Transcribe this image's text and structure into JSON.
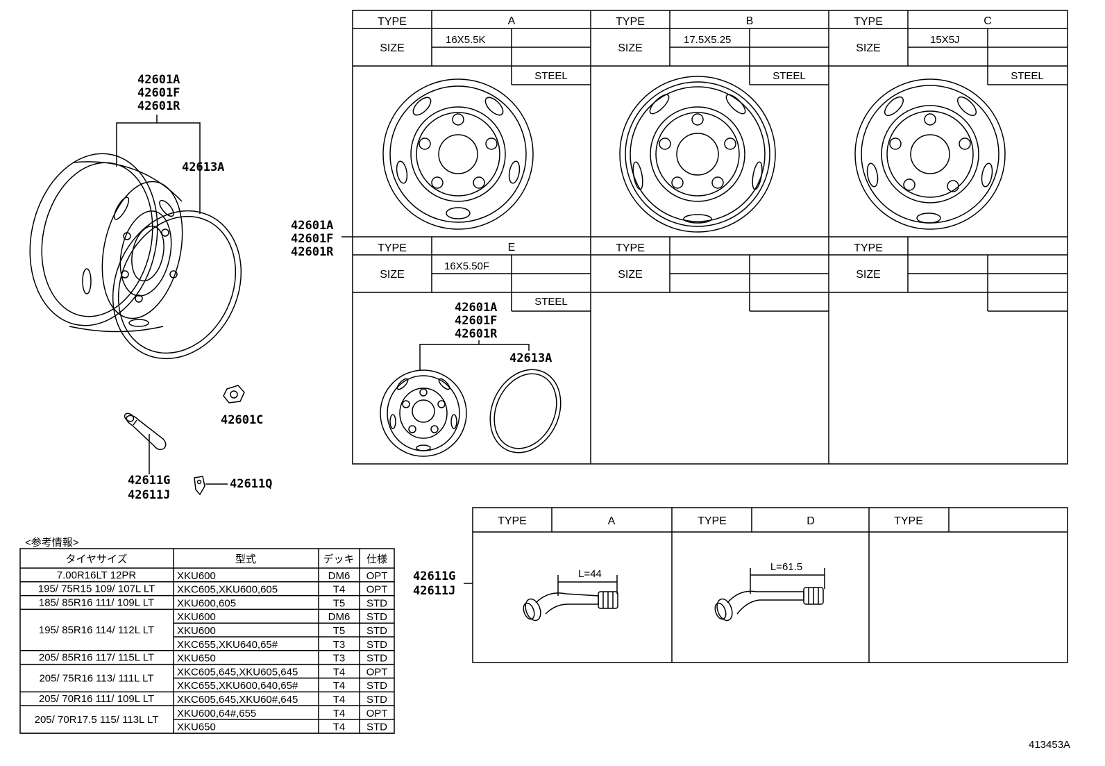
{
  "left_assembly": {
    "wheel_part_numbers": [
      "42601A",
      "42601F",
      "42601R"
    ],
    "ring_part": "42613A",
    "nut_part": "42601C",
    "valve_parts": [
      "42611G",
      "42611J"
    ],
    "clip_part": "42611Q"
  },
  "wheel_table": {
    "callout_parts": [
      "42601A",
      "42601F",
      "42601R"
    ],
    "header_type": "TYPE",
    "header_size": "SIZE",
    "cells": [
      {
        "type": "A",
        "size": "16X5.5K",
        "material": "STEEL"
      },
      {
        "type": "B",
        "size": "17.5X5.25",
        "material": "STEEL"
      },
      {
        "type": "C",
        "size": "15X5J",
        "material": "STEEL"
      },
      {
        "type": "E",
        "size": "16X5.50F",
        "material": "STEEL",
        "sub_parts": [
          "42601A",
          "42601F",
          "42601R"
        ],
        "sub_ring": "42613A"
      },
      {
        "type": "",
        "size": "",
        "material": ""
      },
      {
        "type": "",
        "size": "",
        "material": ""
      }
    ]
  },
  "valve_table": {
    "callout_parts": [
      "42611G",
      "42611J"
    ],
    "header_type": "TYPE",
    "cells": [
      {
        "type": "A",
        "length_label": "L=44"
      },
      {
        "type": "D",
        "length_label": "L=61.5"
      },
      {
        "type": "",
        "length_label": ""
      }
    ]
  },
  "reference_table": {
    "caption": "<参考情報>",
    "headers": [
      "タイヤサイズ",
      "型式",
      "デッキ",
      "仕様"
    ],
    "groups": [
      {
        "tire": "7.00R16LT 12PR",
        "rows": [
          [
            "XKU600",
            "DM6",
            "OPT"
          ]
        ]
      },
      {
        "tire": "195/ 75R15 109/ 107L LT",
        "rows": [
          [
            "XKC605,XKU600,605",
            "T4",
            "OPT"
          ]
        ]
      },
      {
        "tire": "185/ 85R16 111/ 109L LT",
        "rows": [
          [
            "XKU600,605",
            "T5",
            "STD"
          ]
        ]
      },
      {
        "tire": "195/ 85R16 114/ 112L LT",
        "rows": [
          [
            "XKU600",
            "DM6",
            "STD"
          ],
          [
            "XKU600",
            "T5",
            "STD"
          ],
          [
            "XKC655,XKU640,65#",
            "T3",
            "STD"
          ]
        ]
      },
      {
        "tire": "205/ 85R16 117/ 115L LT",
        "rows": [
          [
            "XKU650",
            "T3",
            "STD"
          ]
        ]
      },
      {
        "tire": "205/ 75R16 113/ 111L LT",
        "rows": [
          [
            "XKC605,645,XKU605,645",
            "T4",
            "OPT"
          ],
          [
            "XKC655,XKU600,640,65#",
            "T4",
            "STD"
          ]
        ]
      },
      {
        "tire": "205/ 70R16 111/ 109L LT",
        "rows": [
          [
            "XKC605,645,XKU60#,645",
            "T4",
            "STD"
          ]
        ]
      },
      {
        "tire": "205/ 70R17.5 115/ 113L LT",
        "rows": [
          [
            "XKU600,64#,655",
            "T4",
            "OPT"
          ],
          [
            "XKU650",
            "T4",
            "STD"
          ]
        ]
      }
    ]
  },
  "figure_id": "413453A"
}
